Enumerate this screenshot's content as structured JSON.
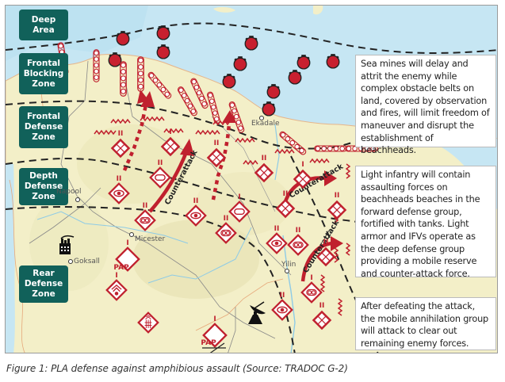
{
  "figure": {
    "caption": "Figure 1: PLA defense against amphibious assault (Source: TRADOC G-2)"
  },
  "colors": {
    "sea": "#c6e6f3",
    "land": "#f3efc8",
    "zone_label_bg": "#11615a",
    "unit_red": "#c0202e",
    "mine_red": "#c8202f",
    "callout_bg": "#ffffff"
  },
  "zones": [
    {
      "id": "deep-area",
      "lines": [
        "Deep",
        "Area"
      ]
    },
    {
      "id": "frontal-blocking-zone",
      "lines": [
        "Frontal",
        "Blocking",
        "Zone"
      ]
    },
    {
      "id": "frontal-defense-zone",
      "lines": [
        "Frontal",
        "Defense",
        "Zone"
      ]
    },
    {
      "id": "depth-defense-zone",
      "lines": [
        "Depth",
        "Defense",
        "Zone"
      ]
    },
    {
      "id": "rear-defense-zone",
      "lines": [
        "Rear",
        "Defense",
        "Zone"
      ]
    }
  ],
  "callouts": [
    {
      "id": "sea-mines",
      "text": "Sea mines will delay and attrit the enemy while complex obstacle belts on land, covered by observation and fires, will limit freedom of maneuver and disrupt the establishment of beachheads."
    },
    {
      "id": "light-infantry",
      "text": "Light infantry will contain assaulting forces on beachheads beaches in the forward defense group, fortified with tanks. Light armor and IFVs operate as the deep defense group providing a mobile reserve and counter-attack force."
    },
    {
      "id": "annihilation",
      "text": "After defeating the attack, the mobile annihilation group will attack to clear out remaining enemy forces."
    }
  ],
  "places": [
    {
      "name": "Ekadale"
    },
    {
      "name": "Napool"
    },
    {
      "name": "Micester"
    },
    {
      "name": "Goksall"
    },
    {
      "name": "Yilin"
    }
  ],
  "arrows": {
    "counterattack_label": "Counterattack"
  },
  "unit_symbols": {
    "pap_label": "PAP",
    "echelon_battalion": "II",
    "echelon_company": "I"
  },
  "icons": {
    "sea_mine": "sea-mine-icon",
    "obstacle_belt": "obstacle-belt-icon",
    "wire_obstacle": "wire-obstacle-icon",
    "armor_unit": "armor-unit-icon",
    "infantry_unit": "mech-infantry-unit-icon",
    "recon_unit": "recon-unit-icon",
    "ifv_unit": "ifv-unit-icon",
    "factory": "factory-icon",
    "radar": "radar-dish-icon",
    "signal_unit": "signal-unit-icon",
    "rocket_unit": "rocket-unit-icon"
  }
}
